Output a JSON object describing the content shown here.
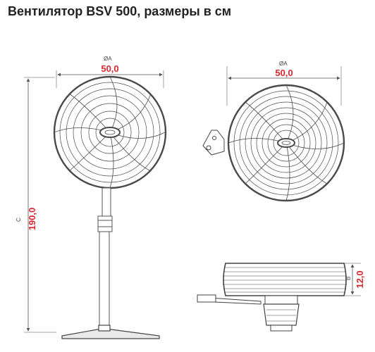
{
  "title": "Вентилятор BSV 500, размеры в см",
  "colors": {
    "dimension_value": "#d9282f",
    "line": "#555555",
    "text": "#222222"
  },
  "front_view": {
    "diameter_letter": "ØA",
    "diameter_value": "50,0",
    "height_letter": "C",
    "height_value": "190,0"
  },
  "wall_view": {
    "diameter_letter": "ØA",
    "diameter_value": "50,0",
    "depth_letter": "B",
    "depth_value": "12,0"
  }
}
